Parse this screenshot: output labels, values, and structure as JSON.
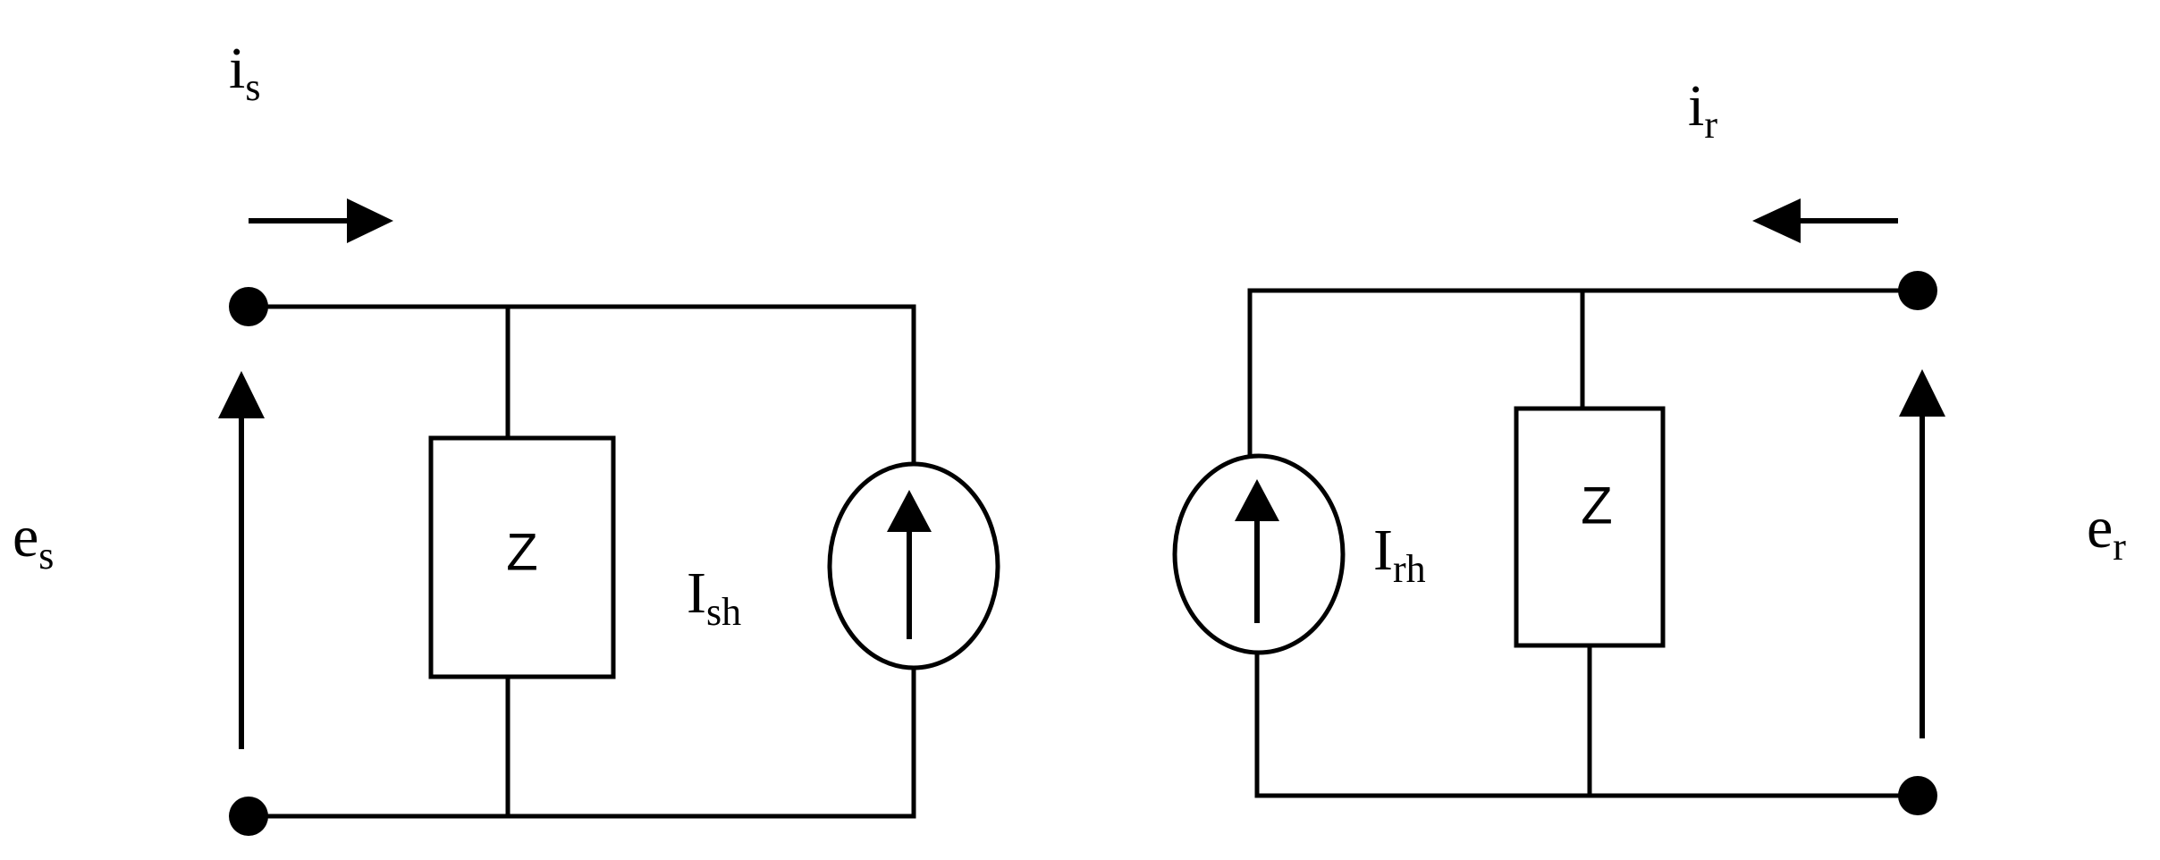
{
  "left_circuit": {
    "current_label": {
      "main": "i",
      "sub": "s"
    },
    "voltage_label": {
      "main": "e",
      "sub": "s"
    },
    "impedance_label": "Z",
    "source_label": {
      "main": "I",
      "sub": "sh"
    }
  },
  "right_circuit": {
    "current_label": {
      "main": "i",
      "sub": "r"
    },
    "voltage_label": {
      "main": "e",
      "sub": "r"
    },
    "impedance_label": "Z",
    "source_label": {
      "main": "I",
      "sub": "rh"
    }
  },
  "colors": {
    "line": "#000000",
    "background": "#ffffff"
  }
}
